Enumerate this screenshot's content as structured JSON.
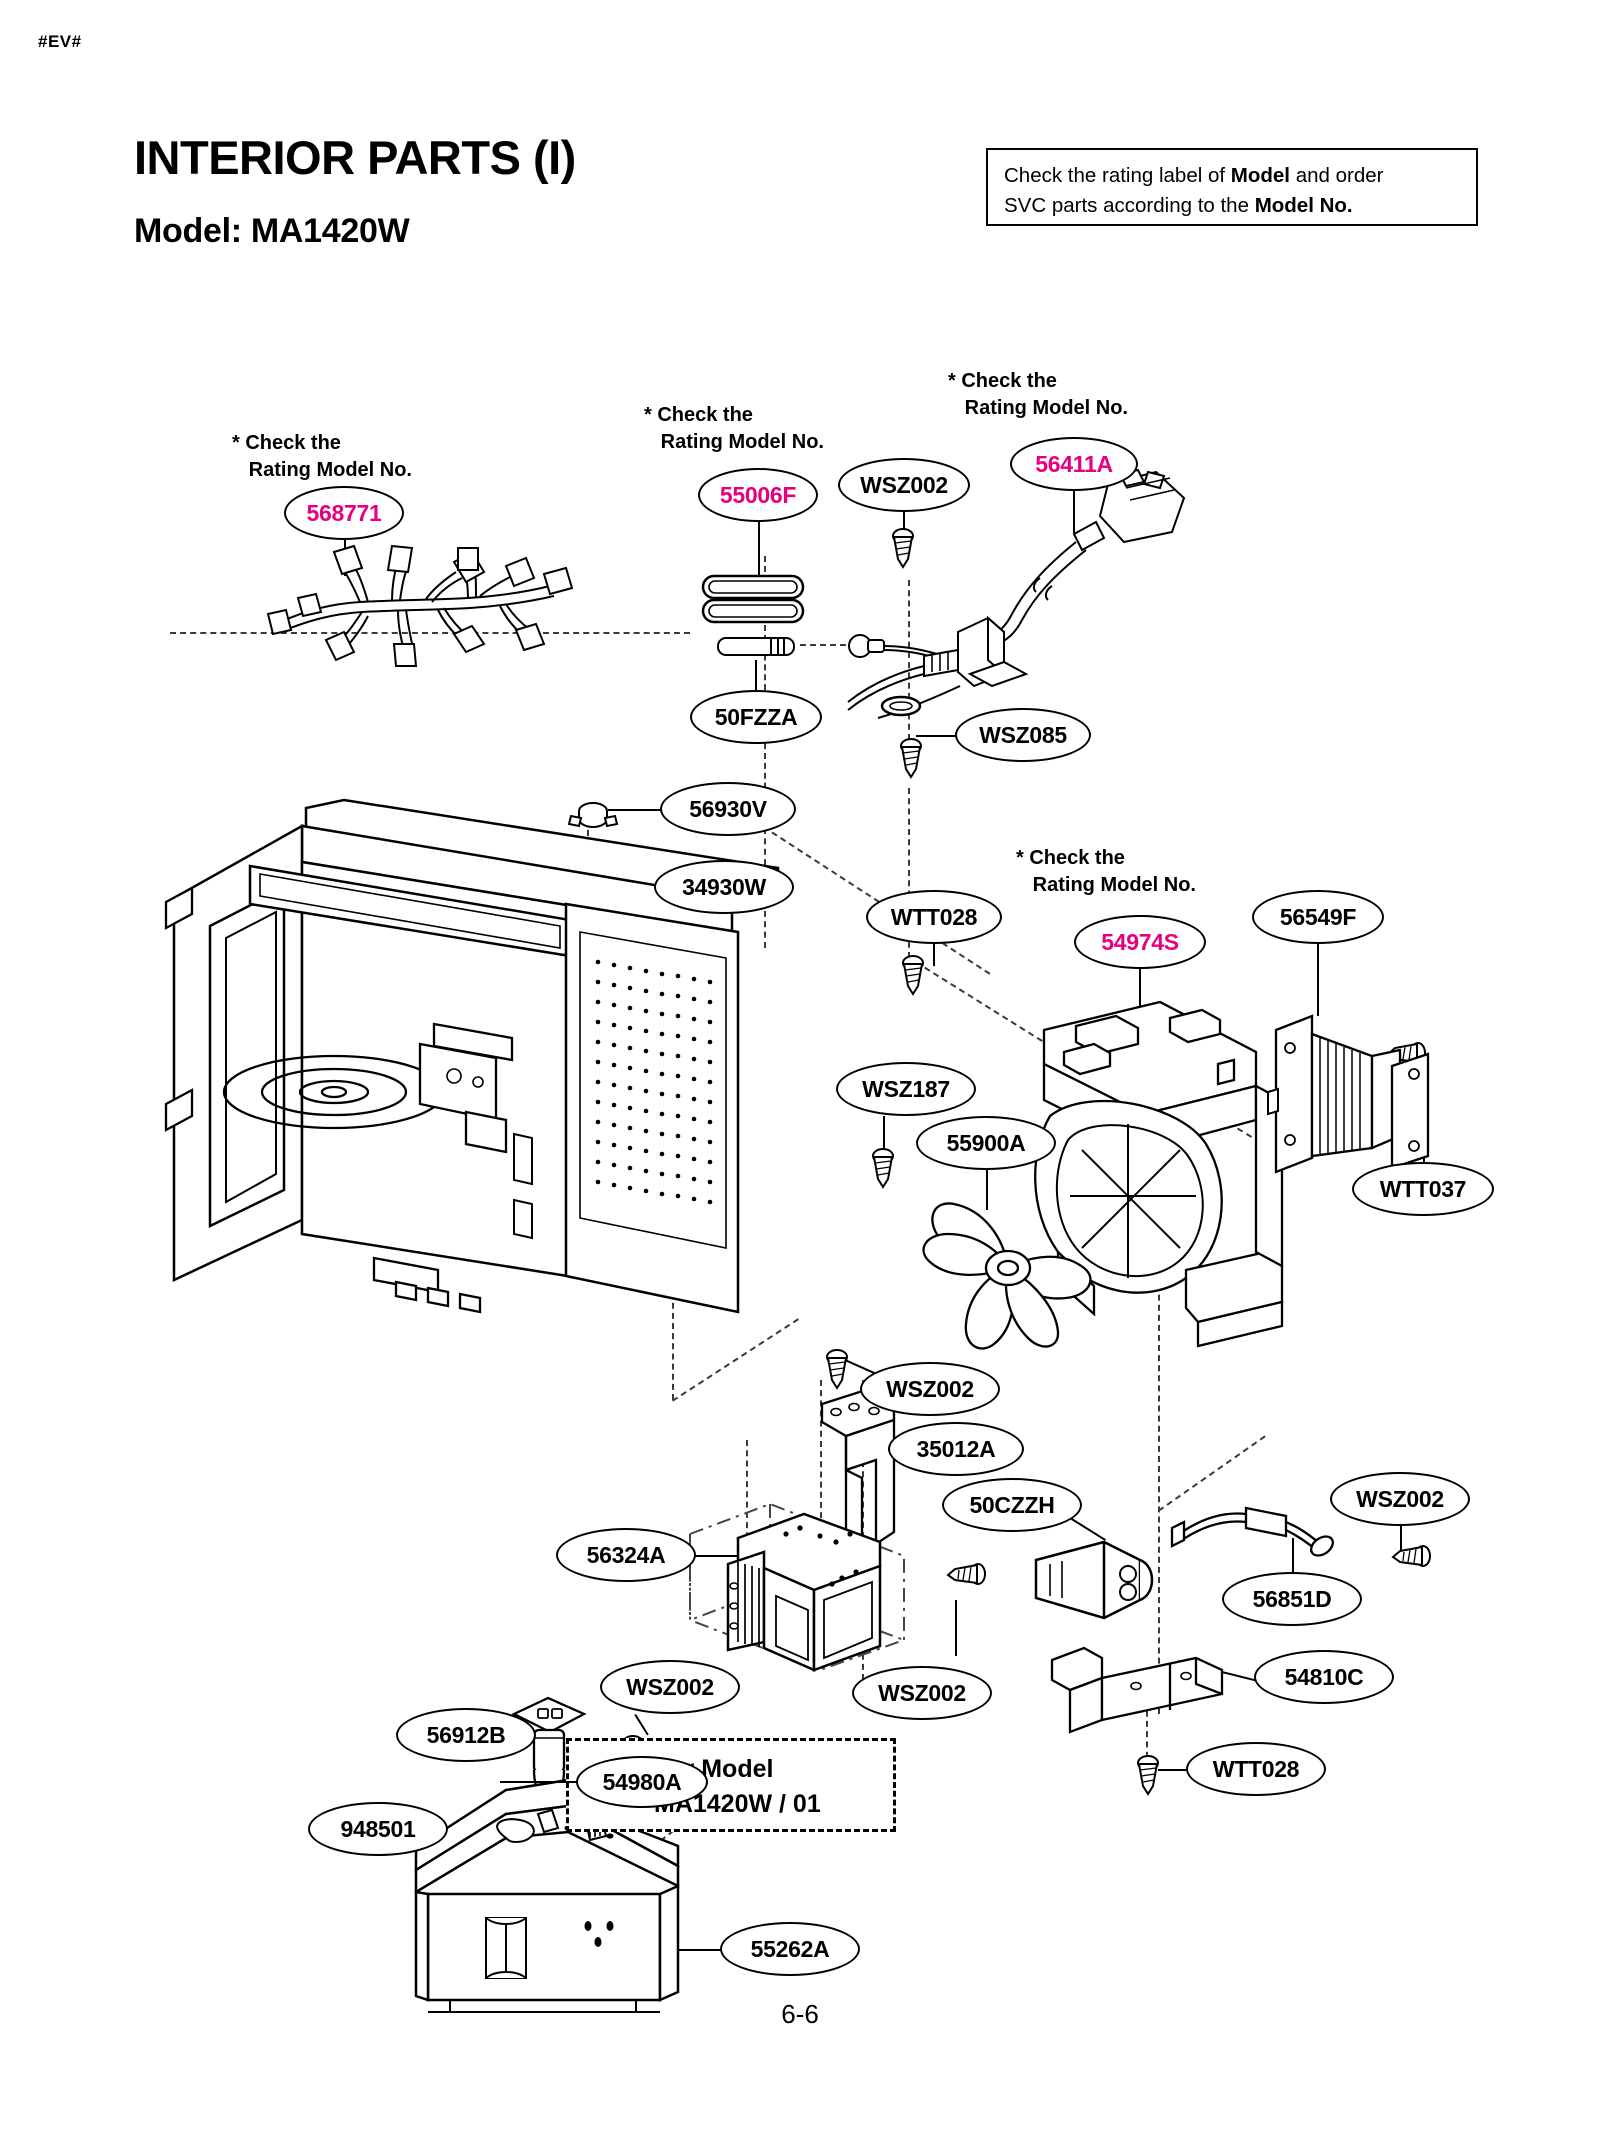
{
  "header": {
    "ev_tag": "#EV#",
    "title": "INTERIOR PARTS (I)",
    "model_line": "Model: MA1420W",
    "notice_line1_a": "Check the rating label of ",
    "notice_line1_b": "Model",
    "notice_line1_c": " and order",
    "notice_line2_a": "SVC parts according to the ",
    "notice_line2_b": "Model No."
  },
  "footer": {
    "page_number": "6-6"
  },
  "colors": {
    "rating_part_color": "#E6007E",
    "line_color": "#000000",
    "background": "#FFFFFF"
  },
  "notes": [
    {
      "id": "note-harness",
      "text": "* Check the\n   Rating Model No."
    },
    {
      "id": "note-coil",
      "text": "* Check the\n   Rating Model No."
    },
    {
      "id": "note-cord",
      "text": "* Check the\n   Rating Model No."
    },
    {
      "id": "note-fanduct",
      "text": "* Check the\n   Rating Model No."
    }
  ],
  "for_model_box": {
    "callout": "54980A",
    "text": "For Model\nMA1420W / 01"
  },
  "callouts": [
    {
      "id": "c-568771",
      "label": "568771",
      "rating": true,
      "part": "wire-harness"
    },
    {
      "id": "c-55006F",
      "label": "55006F",
      "rating": true,
      "part": "coil-choke"
    },
    {
      "id": "c-WSZ002-top",
      "label": "WSZ002",
      "rating": false,
      "part": "screw"
    },
    {
      "id": "c-56411A",
      "label": "56411A",
      "rating": true,
      "part": "power-cord"
    },
    {
      "id": "c-50FZZA",
      "label": "50FZZA",
      "rating": false,
      "part": "fuse"
    },
    {
      "id": "c-WSZ085",
      "label": "WSZ085",
      "rating": false,
      "part": "screw"
    },
    {
      "id": "c-56930V",
      "label": "56930V",
      "rating": false,
      "part": "thermostat"
    },
    {
      "id": "c-34930W",
      "label": "34930W",
      "rating": false,
      "part": "clip"
    },
    {
      "id": "c-WTT028-mid",
      "label": "WTT028",
      "rating": false,
      "part": "screw"
    },
    {
      "id": "c-54974S",
      "label": "54974S",
      "rating": true,
      "part": "fan-duct"
    },
    {
      "id": "c-56549F",
      "label": "56549F",
      "rating": false,
      "part": "motor"
    },
    {
      "id": "c-WSZ187",
      "label": "WSZ187",
      "rating": false,
      "part": "screw"
    },
    {
      "id": "c-55900A",
      "label": "55900A",
      "rating": false,
      "part": "fan-blade"
    },
    {
      "id": "c-WTT037",
      "label": "WTT037",
      "rating": false,
      "part": "screw"
    },
    {
      "id": "c-WSZ002-bracket",
      "label": "WSZ002",
      "rating": false,
      "part": "screw"
    },
    {
      "id": "c-35012A",
      "label": "35012A",
      "rating": false,
      "part": "bracket"
    },
    {
      "id": "c-50CZZH",
      "label": "50CZZH",
      "rating": false,
      "part": "capacitor"
    },
    {
      "id": "c-56324A",
      "label": "56324A",
      "rating": false,
      "part": "magnetron"
    },
    {
      "id": "c-WSZ002-right",
      "label": "WSZ002",
      "rating": false,
      "part": "screw"
    },
    {
      "id": "c-56851D",
      "label": "56851D",
      "rating": false,
      "part": "diode"
    },
    {
      "id": "c-54810C",
      "label": "54810C",
      "rating": false,
      "part": "support-bracket"
    },
    {
      "id": "c-WSZ002-mag",
      "label": "WSZ002",
      "rating": false,
      "part": "screw"
    },
    {
      "id": "c-WTT028-low",
      "label": "WTT028",
      "rating": false,
      "part": "screw"
    },
    {
      "id": "c-56912B",
      "label": "56912B",
      "rating": false,
      "part": "lamp-assembly"
    },
    {
      "id": "c-WSZ002-base",
      "label": "WSZ002",
      "rating": false,
      "part": "screw"
    },
    {
      "id": "c-948501",
      "label": "948501",
      "rating": false,
      "part": "base-plate"
    },
    {
      "id": "c-55262A",
      "label": "55262A",
      "rating": false,
      "part": "transformer"
    },
    {
      "id": "c-54980A",
      "label": "54980A",
      "rating": false,
      "part": "optional-part"
    }
  ]
}
